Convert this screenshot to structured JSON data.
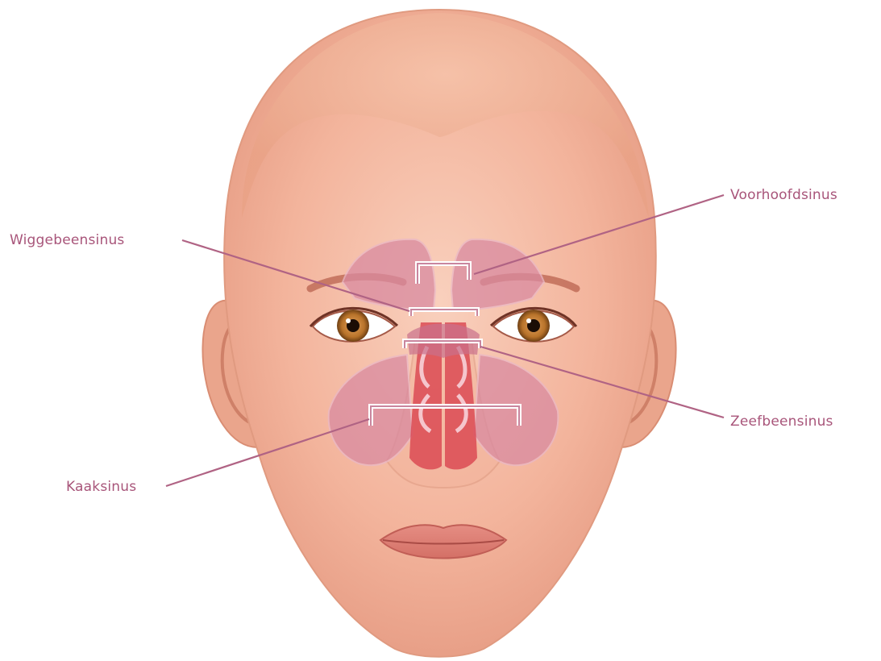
{
  "labels": {
    "frontal": "Voorhoofdsinus",
    "sphenoid": "Wiggebeensinus",
    "ethmoid": "Zeefbeensinus",
    "maxillary": "Kaaksinus"
  },
  "colors": {
    "skin": "#f3b49c",
    "skin_light": "#f8c9b3",
    "sinus": "#d98aa0",
    "nasal_red": "#d9434f",
    "label_text": "#a8557a",
    "iris": "#b8732a"
  }
}
